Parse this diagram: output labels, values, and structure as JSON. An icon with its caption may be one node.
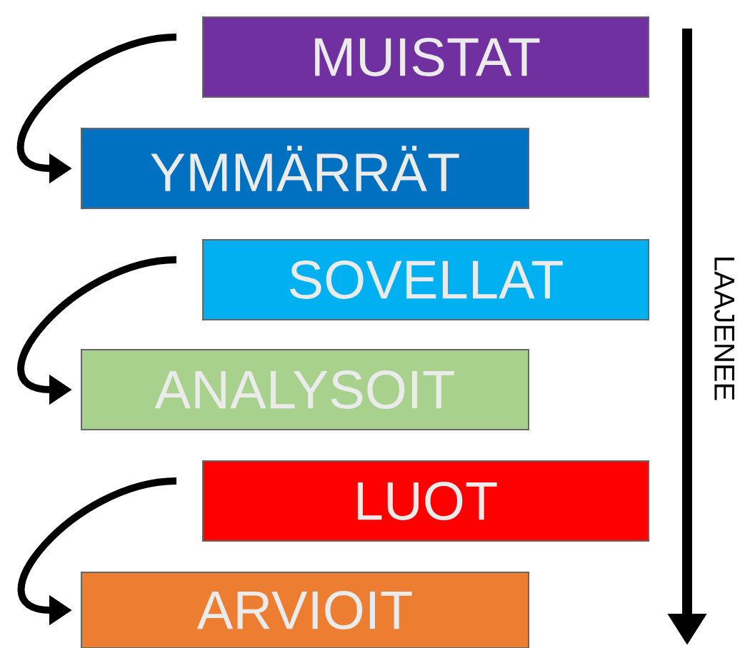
{
  "diagram": {
    "nodes": [
      {
        "text": [
          "MUISTAT"
        ]
      },
      {
        "text": [
          "YMMÄRRÄT"
        ]
      },
      {
        "text": [
          "SOVELLAT"
        ]
      },
      {
        "text": [
          "ANALYSOIT"
        ]
      },
      {
        "text": [
          "LUOT"
        ]
      },
      {
        "text": [
          "ARVIOIT"
        ]
      }
    ],
    "edges": [
      {
        "from": 0,
        "to": 1,
        "arrow": "to"
      },
      {
        "from": 2,
        "to": 3,
        "arrow": "to"
      },
      {
        "from": 4,
        "to": 5,
        "arrow": "to"
      }
    ],
    "labels": [
      "LAAJENEE"
    ]
  }
}
